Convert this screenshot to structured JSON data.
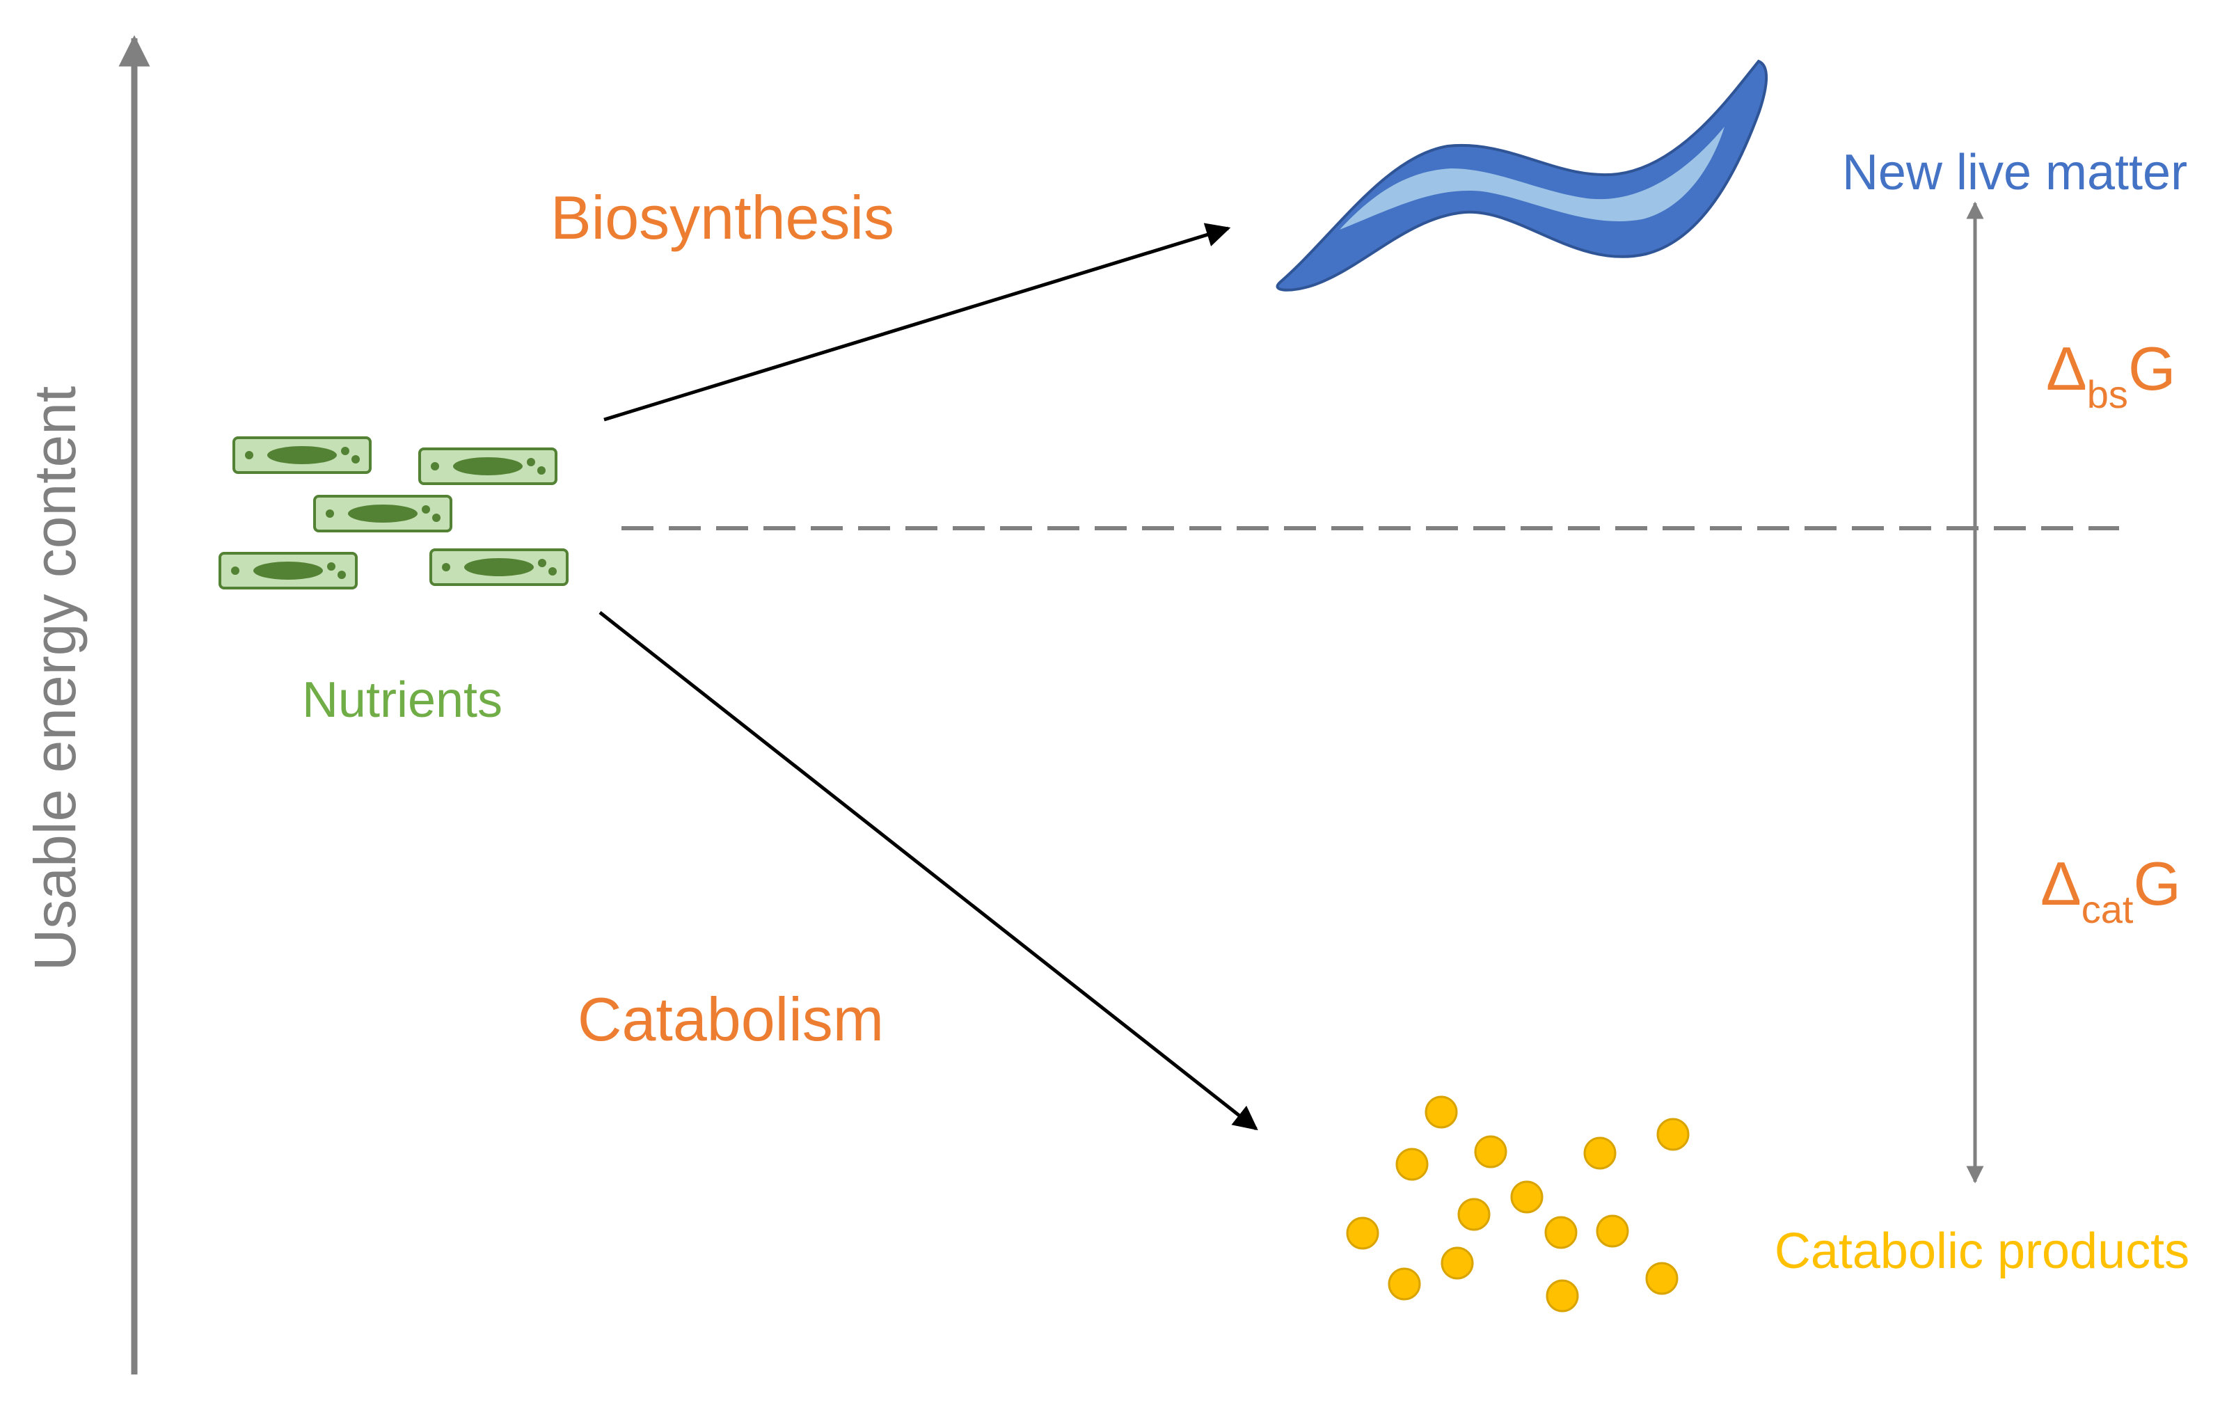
{
  "diagram": {
    "y_axis_label": "Usable energy content",
    "nutrients_label": "Nutrients",
    "biosynthesis_label": "Biosynthesis",
    "catabolism_label": "Catabolism",
    "live_matter_label": "New live matter",
    "catabolic_products_label": "Catabolic products",
    "delta_bs": {
      "symbol": "Δ",
      "subscript": "bs",
      "letter": "G"
    },
    "delta_cat": {
      "symbol": "Δ",
      "subscript": "cat",
      "letter": "G"
    }
  },
  "colors": {
    "orange": "#ED7D31",
    "green": "#70AD47",
    "blue": "#4472C4",
    "gold": "#FFC000",
    "gray": "#808080",
    "cell_fill": "#C5E0B4",
    "cell_dark": "#548235"
  },
  "icons": {
    "nutrients": "green-cell-icon",
    "live_matter": "worm-icon",
    "products": "dot-icon"
  }
}
